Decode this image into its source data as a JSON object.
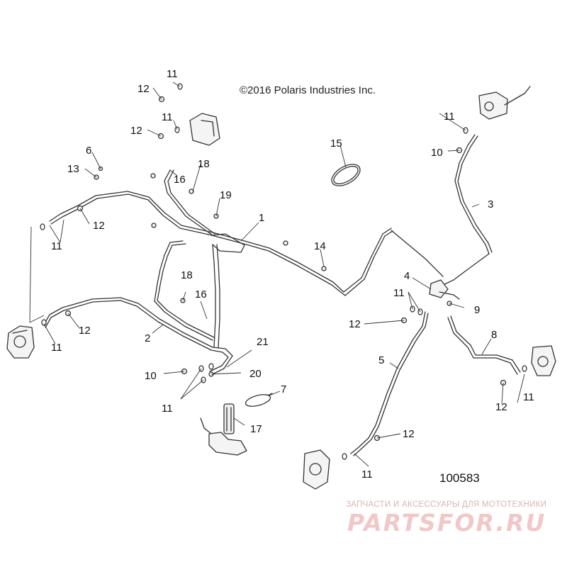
{
  "copyright": "©2016 Polaris Industries Inc.",
  "figure_number": "100583",
  "watermark": {
    "tagline": "ЗАПЧАСТИ И АКСЕССУАРЫ ДЛЯ МОТОТЕХНИКИ",
    "logo": "PARTSFOR.RU"
  },
  "callouts": {
    "c1": "1",
    "c2": "2",
    "c3": "3",
    "c4": "4",
    "c5": "5",
    "c6": "6",
    "c7": "7",
    "c8": "8",
    "c9": "9",
    "c10a": "10",
    "c10b": "10",
    "c11a": "11",
    "c11b": "11",
    "c11c": "11",
    "c11d": "11",
    "c11e": "11",
    "c11f": "11",
    "c11g": "11",
    "c11h": "11",
    "c11i": "11",
    "c12a": "12",
    "c12b": "12",
    "c12c": "12",
    "c12d": "12",
    "c12e": "12",
    "c12f": "12",
    "c12g": "12",
    "c13": "13",
    "c14": "14",
    "c15": "15",
    "c16a": "16",
    "c16b": "16",
    "c17": "17",
    "c18a": "18",
    "c18b": "18",
    "c19": "19",
    "c20": "20",
    "c21": "21"
  },
  "colors": {
    "line": "#333333",
    "fill": "#f4f4f4"
  }
}
